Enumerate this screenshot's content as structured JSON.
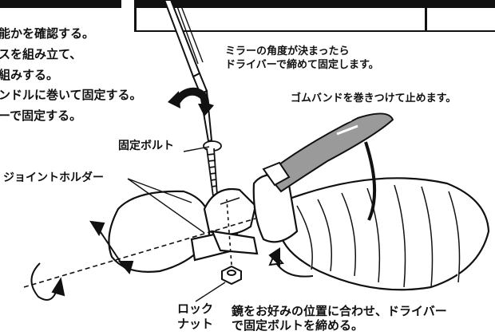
{
  "instructions": {
    "steps": [
      "能かを確認する。",
      "スを組み立て、",
      "組みする。",
      "ンドルに巻いて固定する。",
      "ーで固定する。"
    ],
    "note_angle": [
      "ミラーの角度が決まったら",
      "ドライバーで締めて固定します。"
    ],
    "note_band": "ゴムバンドを巻きつけて止めます。",
    "note_adjust": [
      "鏡をお好みの位置に合わせ、ドライバー",
      "で固定ボルトを締める。"
    ]
  },
  "labels": {
    "fixing_bolt": "固定ボルト",
    "joint_holder": "ジョイントホルダー",
    "lock_nut": [
      "ロック",
      "ナット"
    ]
  },
  "icons": {
    "screwdriver": "screwdriver-icon",
    "rotate_arrow": "rotate-arrow-icon",
    "mirror": "mirror-illustration",
    "handlebar": "handlebar-illustration"
  },
  "colors": {
    "ink": "#111111",
    "band": "#9a9a9a",
    "tape": "#ffffff"
  }
}
